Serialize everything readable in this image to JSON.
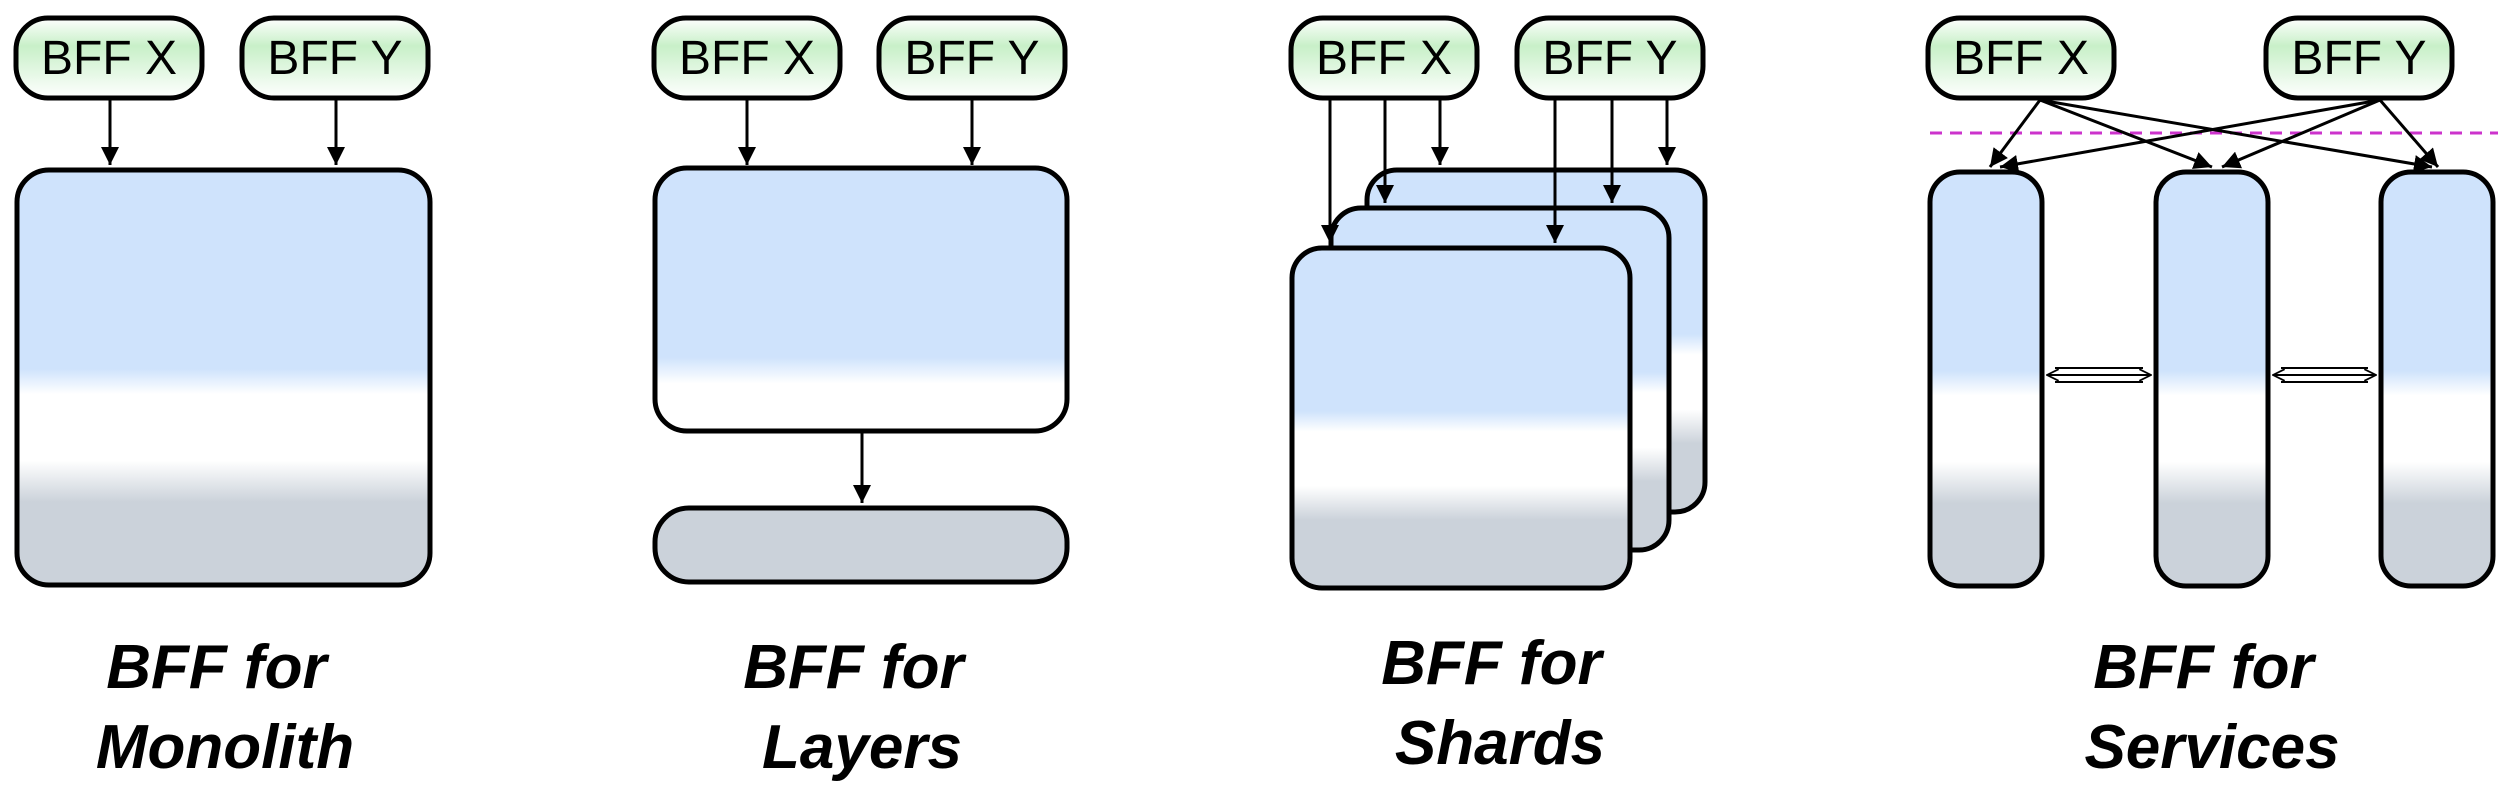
{
  "pills": {
    "x": "BFF X",
    "y": "BFF Y"
  },
  "captions": {
    "monolith": [
      "BFF for",
      "Monolith"
    ],
    "layers": [
      "BFF for",
      "Layers"
    ],
    "shards": [
      "BFF for",
      "Shards"
    ],
    "services": [
      "BFF for",
      "Services"
    ]
  },
  "colors": {
    "pill_top": "#c8f0c8",
    "pill_bottom": "#ffffff",
    "box_top": "#cfe3fc",
    "box_mid": "#ffffff",
    "box_bottom": "#cbd2da",
    "dashed_line": "#cc33cc"
  }
}
